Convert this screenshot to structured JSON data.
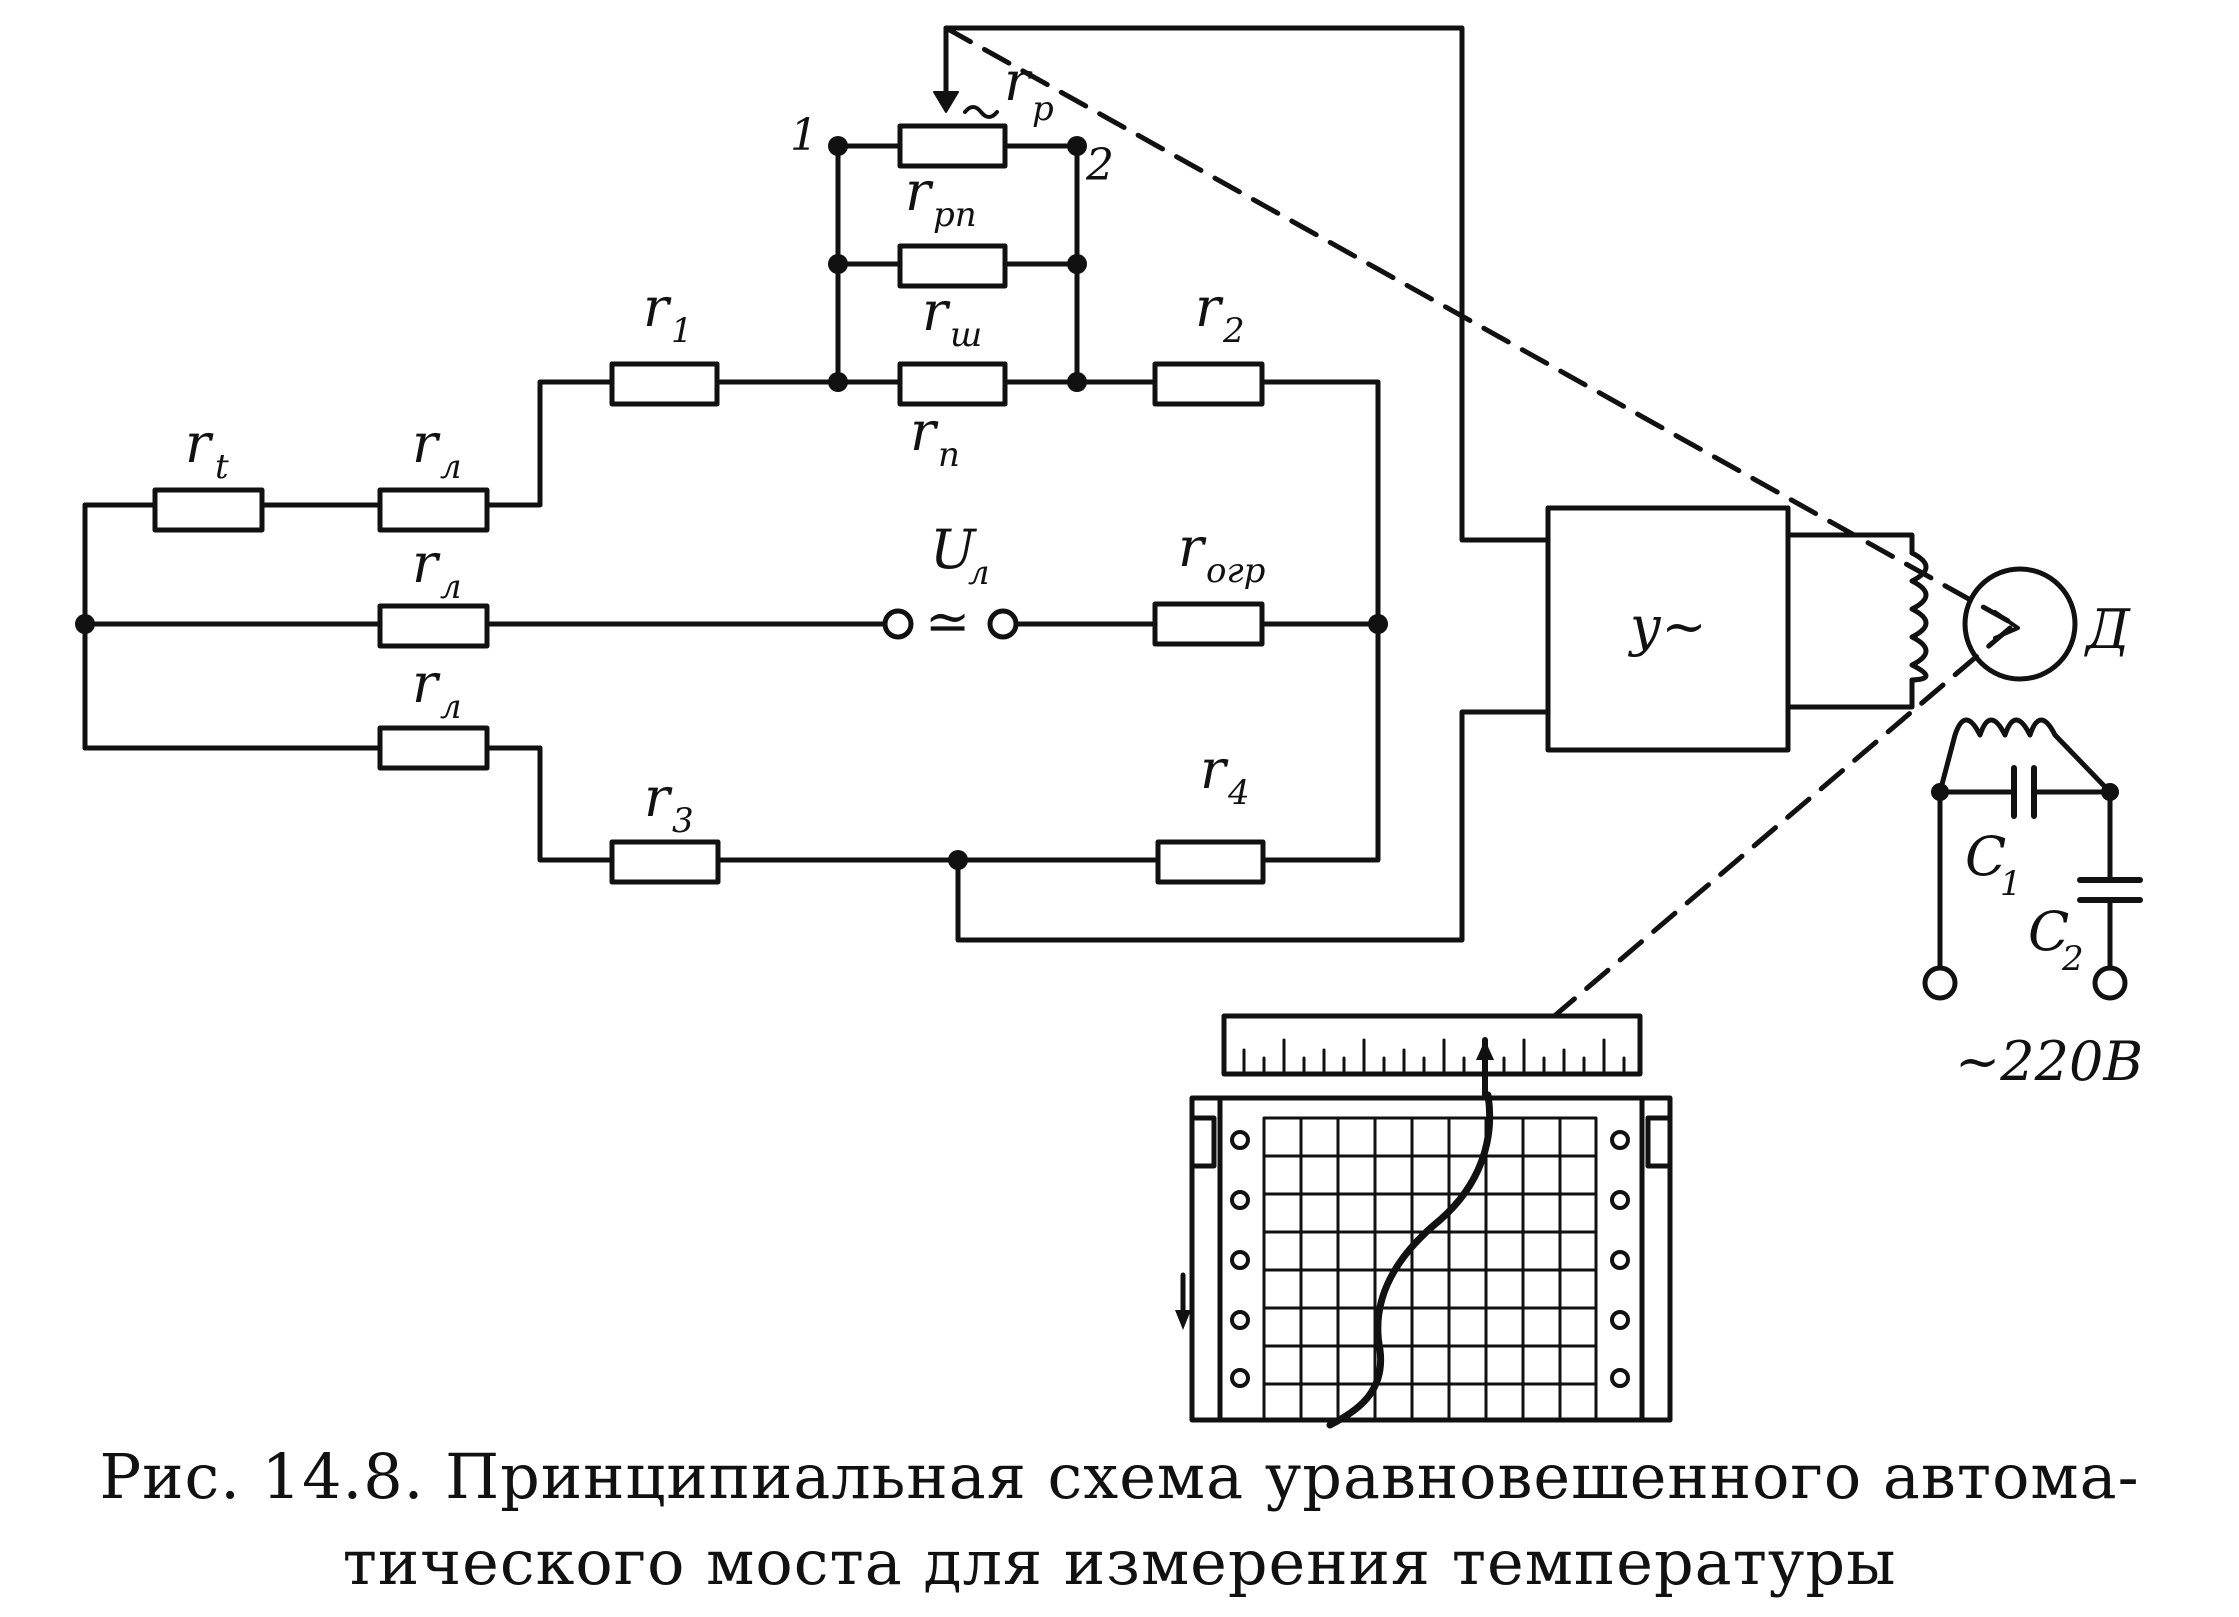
{
  "labels": {
    "r_t": "r",
    "r_t_sub": "t",
    "r_l": "r",
    "r_l_sub": "л",
    "r_1": "r",
    "r_1_sub": "1",
    "r_2": "r",
    "r_2_sub": "2",
    "r_3": "r",
    "r_3_sub": "3",
    "r_4": "r",
    "r_4_sub": "4",
    "r_p": "r",
    "r_p_sub": "р",
    "r_rp": "r",
    "r_rp_sub": "рп",
    "r_sh": "r",
    "r_sh_sub": "ш",
    "r_n": "r",
    "r_n_sub": "п",
    "r_ogr": "r",
    "r_ogr_sub": "огр",
    "u_l": "U",
    "u_l_sub": "л",
    "node_1": "1",
    "node_2": "2",
    "amplifier": "у~",
    "motor": "Д",
    "c1": "C",
    "c1_sub": "1",
    "c2": "C",
    "c2_sub": "2",
    "supply": "~220В",
    "tilde_r": "~",
    "approx": "≃"
  },
  "caption": {
    "line1": "Рис. 14.8. Принципиальная схема уравновешенного автома-",
    "line2": "тического моста для измерения температуры"
  }
}
